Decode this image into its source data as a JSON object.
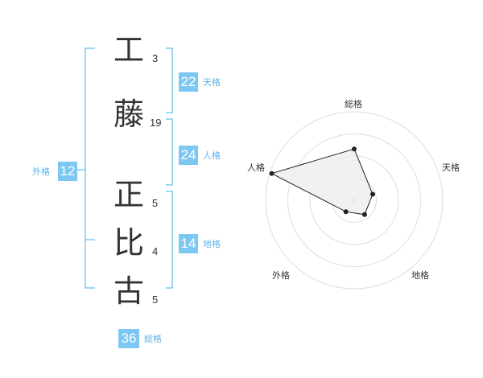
{
  "name_chars": [
    {
      "char": "工",
      "strokes": "3"
    },
    {
      "char": "藤",
      "strokes": "19"
    },
    {
      "char": "正",
      "strokes": "5"
    },
    {
      "char": "比",
      "strokes": "4"
    },
    {
      "char": "古",
      "strokes": "5"
    }
  ],
  "fortunes": {
    "tenkaku": {
      "value": "22",
      "label": "天格"
    },
    "jinkaku": {
      "value": "24",
      "label": "人格"
    },
    "chikaku": {
      "value": "14",
      "label": "地格"
    },
    "gaikaku": {
      "value": "12",
      "label": "外格"
    },
    "soukaku": {
      "value": "36",
      "label": "総格"
    }
  },
  "colors": {
    "accent": "#7cc8f2",
    "accent_text": "#5bb3e6",
    "text": "#333333",
    "grid": "#dddddd",
    "polygon_fill": "#eeeeee"
  },
  "chart_data": {
    "type": "radar",
    "axes": [
      "総格",
      "天格",
      "地格",
      "外格",
      "人格"
    ],
    "values": [
      0.58,
      0.22,
      0.2,
      0.16,
      0.98
    ],
    "max": 1,
    "rings": 4,
    "center_marker": true
  }
}
